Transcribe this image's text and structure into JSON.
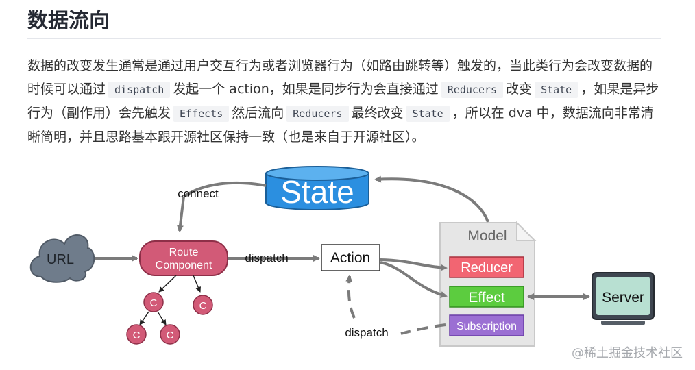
{
  "heading": "数据流向",
  "paragraph": [
    {
      "t": "text",
      "v": "数据的改变发生通常是通过用户交互行为或者浏览器行为（如路由跳转等）触发的，当此类行为会改变数据的时候可以通过"
    },
    {
      "t": "code",
      "v": "dispatch"
    },
    {
      "t": "text",
      "v": "发起一个 action，如果是同步行为会直接通过"
    },
    {
      "t": "code",
      "v": "Reducers"
    },
    {
      "t": "text",
      "v": "改变"
    },
    {
      "t": "code",
      "v": "State"
    },
    {
      "t": "text",
      "v": "，如果是异步行为（副作用）会先触发"
    },
    {
      "t": "code",
      "v": "Effects"
    },
    {
      "t": "text",
      "v": "然后流向"
    },
    {
      "t": "code",
      "v": "Reducers"
    },
    {
      "t": "text",
      "v": "最终改变"
    },
    {
      "t": "code",
      "v": "State"
    },
    {
      "t": "text",
      "v": "，所以在 dva 中，数据流向非常清晰简明，并且思路基本跟开源社区保持一致（也是来自于开源社区）。"
    }
  ],
  "diagram": {
    "state": "State",
    "url": "URL",
    "route_component": [
      "Route",
      "Component"
    ],
    "component_node": "C",
    "action": "Action",
    "model": "Model",
    "reducer": "Reducer",
    "effect": "Effect",
    "subscription": "Subscription",
    "server": "Server",
    "connect_label": "connect",
    "dispatch_label": "dispatch",
    "dispatch_label_2": "dispatch",
    "colors": {
      "state": "#2b8fe0",
      "route": "#d25a77",
      "reducer": "#f26572",
      "effect": "#5ccc3f",
      "subscription": "#9b6fd3",
      "cloud": "#6f7c8b",
      "model": "#e6e6e6",
      "server_screen": "#b8e0d2",
      "arrow": "#7b7b7b"
    }
  },
  "watermark": "@稀土掘金技术社区"
}
